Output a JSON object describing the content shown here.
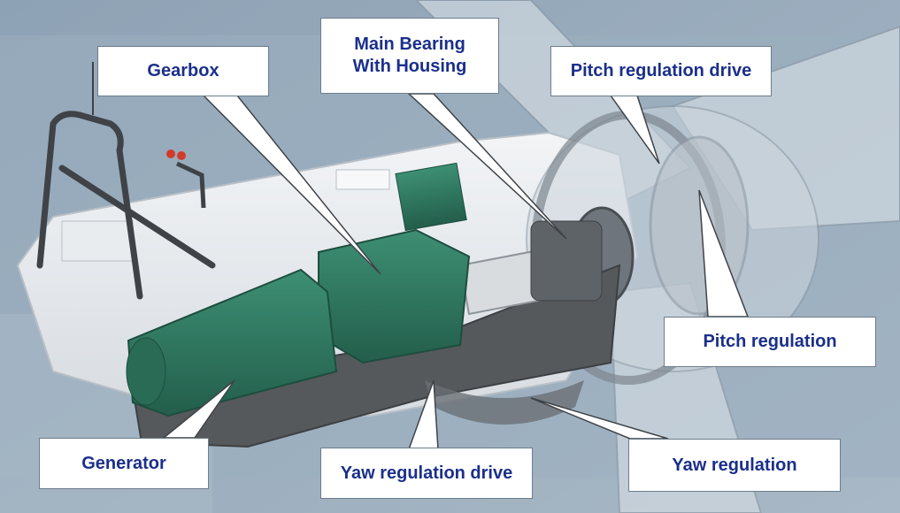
{
  "diagram": {
    "labels": {
      "gearbox": "Gearbox",
      "main_bearing": "Main Bearing\nWith Housing",
      "pitch_drive": "Pitch regulation drive",
      "pitch_regulation": "Pitch regulation",
      "generator": "Generator",
      "yaw_drive": "Yaw regulation drive",
      "yaw_regulation": "Yaw regulation"
    }
  },
  "colors": {
    "background": "#8fa3b6",
    "label_text": "#1a2f8c",
    "nacelle_cover": "#e6e9ec",
    "drivetrain_green": "#2f7a62",
    "frame_dark": "#4d5155",
    "blade_translucent": "#cdd6de"
  }
}
